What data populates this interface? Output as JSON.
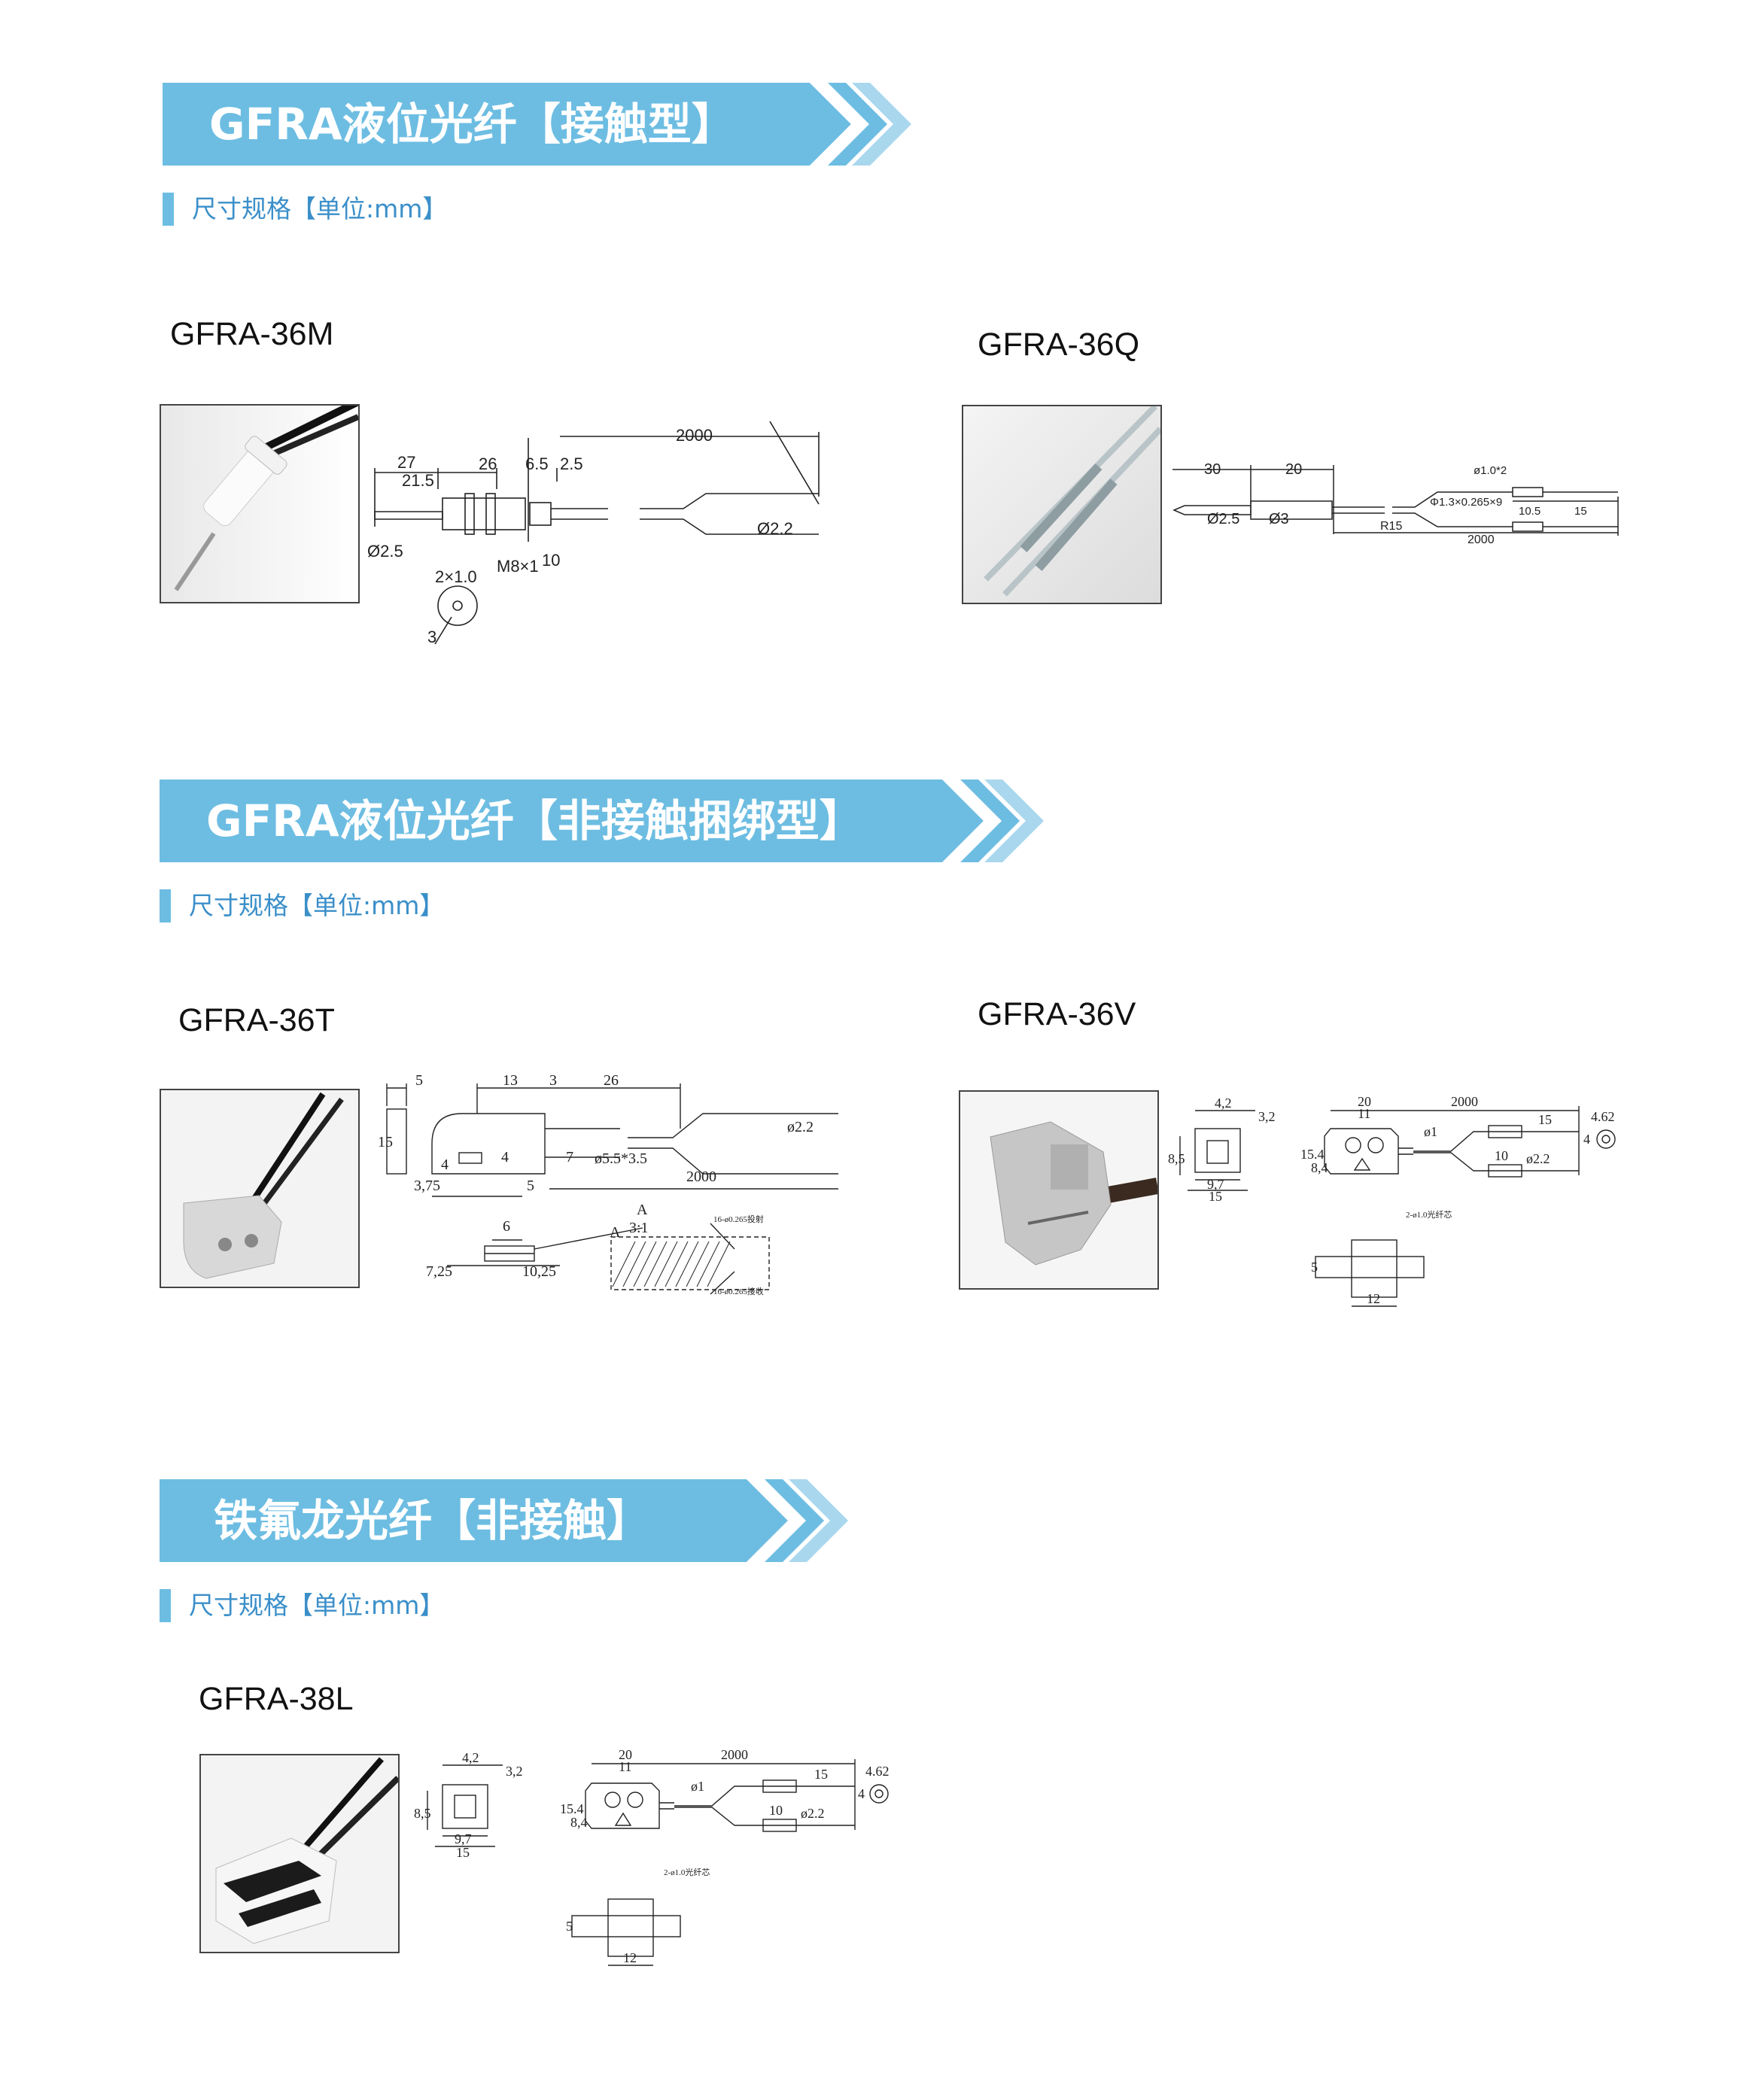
{
  "colors": {
    "banner": "#6dbde2",
    "subtitle_text": "#3b8fc9",
    "chevron_light": "#a9d7ee"
  },
  "sections": [
    {
      "title": "GFRA液位光纤【接触型】",
      "subtitle": "尺寸规格【单位:mm】",
      "models": [
        {
          "name": "GFRA-36M",
          "dims": [
            "27",
            "21.5",
            "26",
            "6.5",
            "2.5",
            "2000",
            "Ø2.5",
            "M8×1",
            "10",
            "Ø2.2",
            "2×1.0",
            "3"
          ]
        },
        {
          "name": "GFRA-36Q",
          "dims": [
            "30",
            "20",
            "Ø2.5",
            "Ø3",
            "R15",
            "2000",
            "ø1.0*2",
            "Φ1.3×0.265×9",
            "10.5",
            "15"
          ]
        }
      ]
    },
    {
      "title": "GFRA液位光纤【非接触捆绑型】",
      "subtitle": "尺寸规格【单位:mm】",
      "models": [
        {
          "name": "GFRA-36T",
          "dims": [
            "5",
            "13",
            "3",
            "26",
            "15",
            "4",
            "4",
            "7",
            "3,75",
            "5",
            "ø5.5*3.5",
            "2000",
            "ø2.2",
            "6",
            "7,25",
            "10,25",
            "A",
            "A",
            "3:1",
            "16-ø0.265投射",
            "16-ø0.265接收"
          ]
        },
        {
          "name": "GFRA-36V",
          "dims": [
            "4,2",
            "3,2",
            "8,5",
            "9,7",
            "15",
            "20",
            "11",
            "2000",
            "15",
            "4.62",
            "ø1",
            "15.4",
            "8,4",
            "10",
            "ø2.2",
            "4",
            "2-ø1.0光纤芯",
            "5",
            "12"
          ]
        }
      ]
    },
    {
      "title": "铁氟龙光纤【非接触】",
      "subtitle": "尺寸规格【单位:mm】",
      "models": [
        {
          "name": "GFRA-38L",
          "dims": [
            "4,2",
            "3,2",
            "8,5",
            "9,7",
            "15",
            "20",
            "11",
            "2000",
            "15",
            "4.62",
            "ø1",
            "15.4",
            "8,4",
            "10",
            "ø2.2",
            "4",
            "2-ø1.0光纤芯",
            "5",
            "12"
          ]
        }
      ]
    }
  ]
}
